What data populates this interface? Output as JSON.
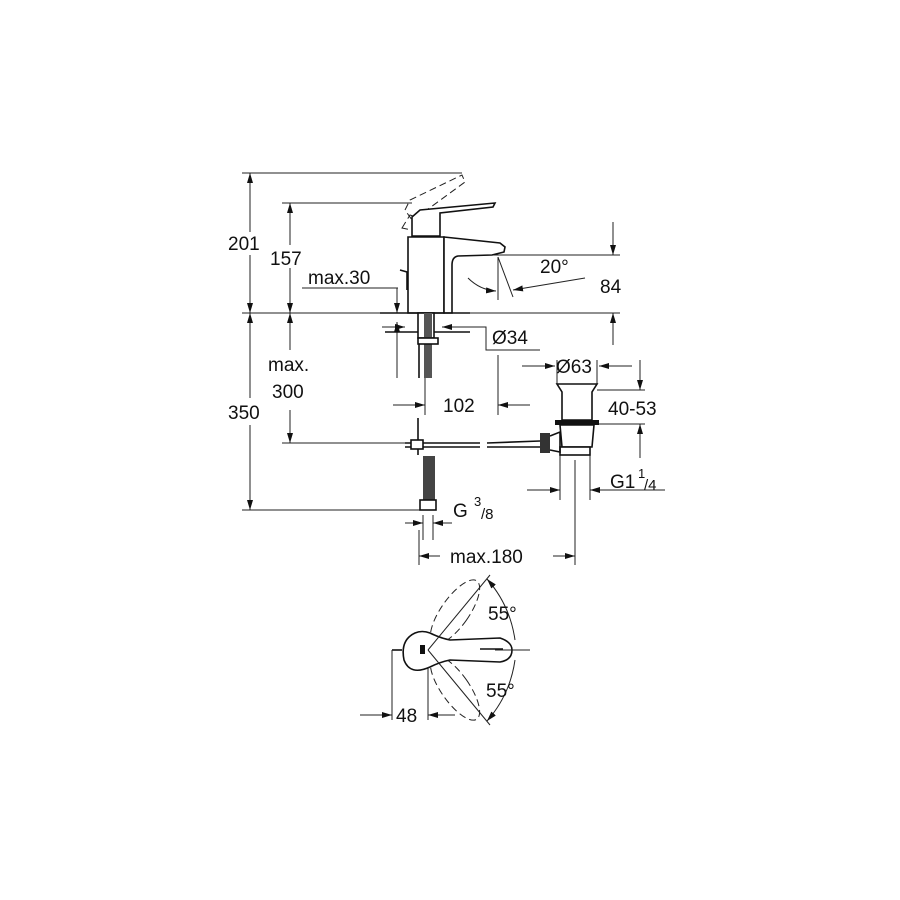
{
  "drawing": {
    "dimensions": {
      "total_height": "201",
      "spout_height": "157",
      "max_deck": "max.30",
      "outlet_height": "84",
      "spout_angle": "20°",
      "hole_diameter": "Ø34",
      "max_below_line1": "max.",
      "max_below_line2": "300",
      "depth": "350",
      "spacing": "102",
      "waste_diameter": "Ø63",
      "waste_range": "40-53",
      "waste_thread_main": "G1",
      "waste_thread_num": "1",
      "waste_thread_den": "/4",
      "supply_thread_main": "G",
      "supply_thread_num": "3",
      "supply_thread_den": "/8",
      "max_reach": "max.180",
      "lever_angle_up": "55°",
      "lever_angle_down": "55°",
      "lever_offset": "48"
    }
  }
}
